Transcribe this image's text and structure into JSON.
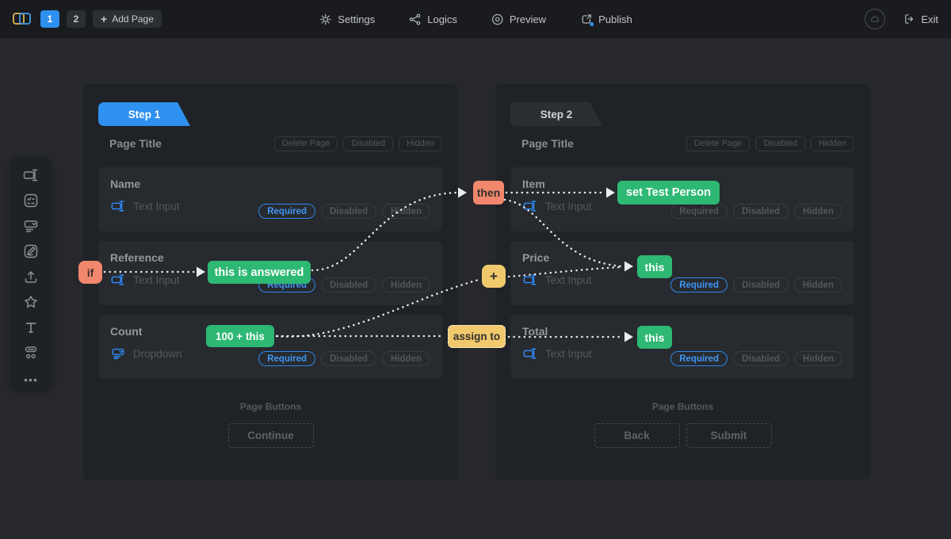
{
  "topbar": {
    "page_tabs": [
      "1",
      "2"
    ],
    "add_page": {
      "icon": "+",
      "label": "Add Page"
    },
    "nav": [
      {
        "label": "Settings"
      },
      {
        "label": "Logics"
      },
      {
        "label": "Preview"
      },
      {
        "label": "Publish"
      }
    ],
    "exit": {
      "label": "Exit"
    }
  },
  "sidebar": {
    "tools": [
      "text-input",
      "choice",
      "dropdown",
      "signature",
      "upload",
      "rating",
      "text",
      "radio-group"
    ],
    "more": "•••"
  },
  "pages": [
    {
      "step": "Step 1",
      "title": "Page Title",
      "actions": [
        "Delete Page",
        "Disabled",
        "Hidden"
      ],
      "fields": [
        {
          "label": "Name",
          "type": "Text Input",
          "badges": [
            "Required",
            "Disabled",
            "Hidden"
          ],
          "required_active": true
        },
        {
          "label": "Reference",
          "type": "Text Input",
          "badges": [
            "Required",
            "Disabled",
            "Hidden"
          ],
          "required_active": true
        },
        {
          "label": "Count",
          "type": "Dropdown",
          "badges": [
            "Required",
            "Disabled",
            "Hidden"
          ],
          "required_active": true
        }
      ],
      "footer_label": "Page Buttons",
      "buttons": [
        "Continue"
      ]
    },
    {
      "step": "Step 2",
      "title": "Page Title",
      "actions": [
        "Delete Page",
        "Disabled",
        "Hidden"
      ],
      "fields": [
        {
          "label": "Item",
          "type": "Text Input",
          "badges": [
            "Required",
            "Disabled",
            "Hidden"
          ],
          "required_active": false
        },
        {
          "label": "Price",
          "type": "Text Input",
          "badges": [
            "Required",
            "Disabled",
            "Hidden"
          ],
          "required_active": true
        },
        {
          "label": "Total",
          "type": "Text Input",
          "badges": [
            "Required",
            "Disabled",
            "Hidden"
          ],
          "required_active": true
        }
      ],
      "footer_label": "Page Buttons",
      "buttons": [
        "Back",
        "Submit"
      ]
    }
  ],
  "logic": {
    "if": "if",
    "answered": "this is answered",
    "then": "then",
    "set_person": "set Test Person",
    "plus": "+",
    "this_price": "this",
    "formula": "100 + this",
    "assign": "assign to",
    "this_total": "this",
    "colors": {
      "condition": "#f1876c",
      "value": "#2db873",
      "operator": "#f0c96d",
      "accent": "#2e90f0"
    }
  }
}
